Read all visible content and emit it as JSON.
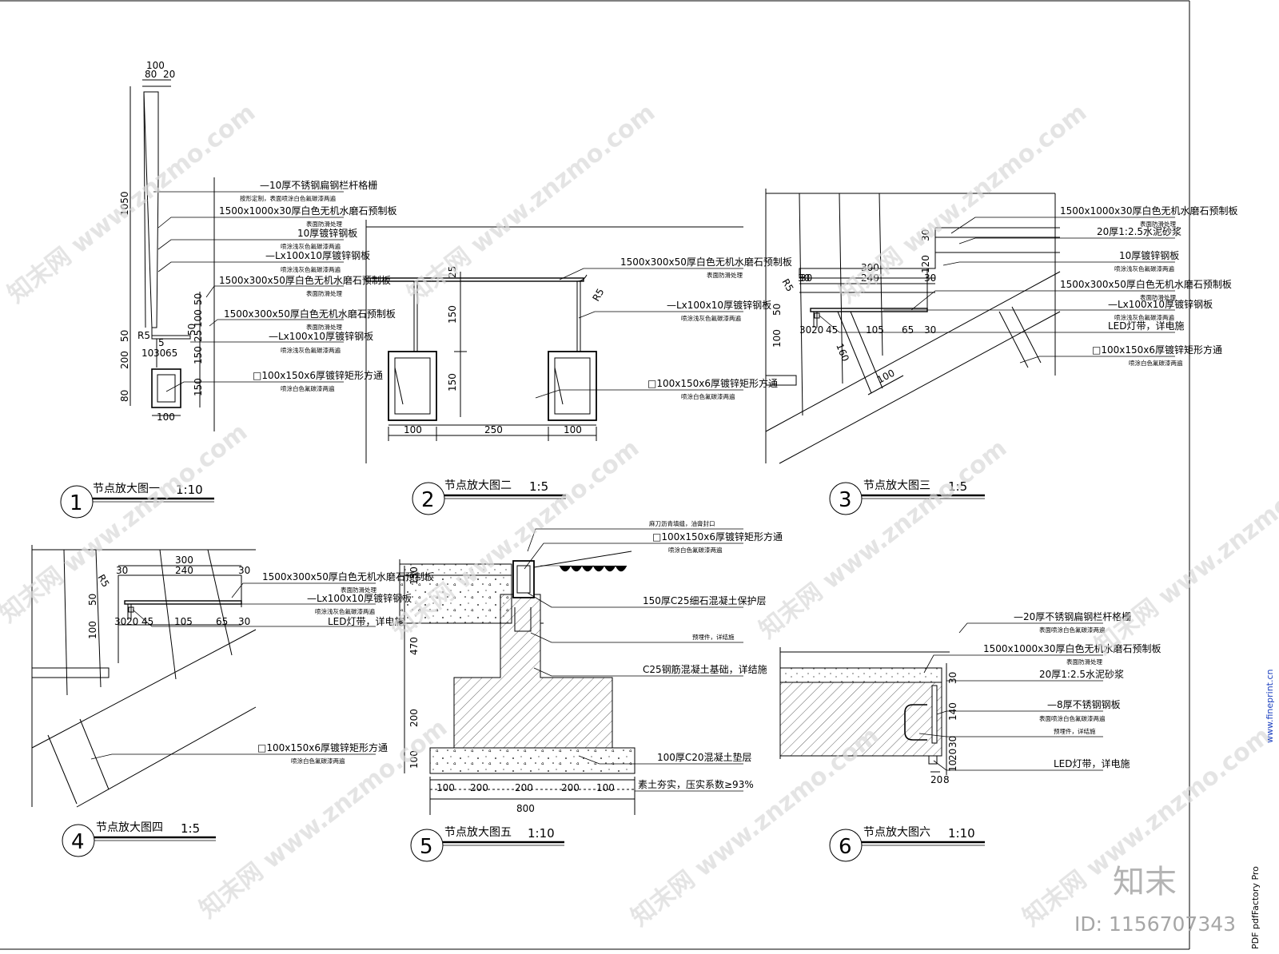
{
  "watermark": "知末网 www.znzmo.com",
  "brand": {
    "logo": "知末",
    "id_label": "ID: 1156707343"
  },
  "side": {
    "producer": "PDF pdfFactory Pro",
    "link": "www.fineprint.cn"
  },
  "details": [
    {
      "number": "1",
      "title": "节点放大图一",
      "scale": "1:10",
      "dims": [
        "100",
        "80",
        "20",
        "1050",
        "50",
        "200",
        "80",
        "5",
        "10",
        "30",
        "65",
        "50",
        "100",
        "25",
        "50",
        "150",
        "150",
        "100",
        "R5"
      ],
      "callouts": [
        {
          "main": "—10厚不锈钢扁钢栏杆格栅",
          "sub": "按形定制，表面喷涂白色氟碳漆两遍"
        },
        {
          "main": "1500x1000x30厚白色无机水磨石预制板",
          "sub": "表面防滑处理"
        },
        {
          "main": "10厚镀锌钢板",
          "sub": "喷涂浅灰色氟碳漆两遍"
        },
        {
          "main": "—Lx100x10厚镀锌钢板",
          "sub": "喷涂浅灰色氟碳漆两遍"
        },
        {
          "main": "1500x300x50厚白色无机水磨石预制板",
          "sub": "表面防滑处理"
        },
        {
          "main": "1500x300x50厚白色无机水磨石预制板",
          "sub": "表面防滑处理"
        },
        {
          "main": "—Lx100x10厚镀锌钢板",
          "sub": "喷涂浅灰色氟碳漆两遍"
        },
        {
          "main": "□100x150x6厚镀锌矩形方通",
          "sub": "喷涂白色氟碳漆两遍"
        }
      ]
    },
    {
      "number": "2",
      "title": "节点放大图二",
      "scale": "1:5",
      "dims": [
        "25",
        "150",
        "150",
        "100",
        "250",
        "100",
        "R5"
      ],
      "callouts": [
        {
          "main": "1500x300x50厚白色无机水磨石预制板",
          "sub": "表面防滑处理"
        },
        {
          "main": "—Lx100x10厚镀锌钢板",
          "sub": "喷涂浅灰色氟碳漆两遍"
        },
        {
          "main": "□100x150x6厚镀锌矩形方通",
          "sub": "喷涂白色氟碳漆两遍"
        }
      ]
    },
    {
      "number": "3",
      "title": "节点放大图三",
      "scale": "1:5",
      "dims": [
        "30",
        "120",
        "30",
        "300",
        "240",
        "30",
        "R5",
        "30",
        "50",
        "100",
        "30",
        "20",
        "45",
        "105",
        "65",
        "30",
        "160",
        "100"
      ],
      "callouts": [
        {
          "main": "1500x1000x30厚白色无机水磨石预制板",
          "sub": "表面防滑处理"
        },
        {
          "main": "20厚1:2.5水泥砂浆",
          "sub": ""
        },
        {
          "main": "10厚镀锌钢板",
          "sub": "喷涂浅灰色氟碳漆两遍"
        },
        {
          "main": "1500x300x50厚白色无机水磨石预制板",
          "sub": "表面防滑处理"
        },
        {
          "main": "—Lx100x10厚镀锌钢板",
          "sub": "喷涂浅灰色氟碳漆两遍"
        },
        {
          "main": "LED灯带，详电施",
          "sub": ""
        },
        {
          "main": "□100x150x6厚镀锌矩形方通",
          "sub": "喷涂白色氟碳漆两遍"
        }
      ]
    },
    {
      "number": "4",
      "title": "节点放大图四",
      "scale": "1:5",
      "dims": [
        "300",
        "30",
        "240",
        "30",
        "R5",
        "50",
        "100",
        "30",
        "20",
        "45",
        "105",
        "65",
        "30"
      ],
      "callouts": [
        {
          "main": "1500x300x50厚白色无机水磨石预制板",
          "sub": "表面防滑处理"
        },
        {
          "main": "—Lx100x10厚镀锌钢板",
          "sub": "喷涂浅灰色氟碳漆两遍"
        },
        {
          "main": "LED灯带，详电施",
          "sub": ""
        },
        {
          "main": "□100x150x6厚镀锌矩形方通",
          "sub": "喷涂白色氟碳漆两遍"
        }
      ]
    },
    {
      "number": "5",
      "title": "节点放大图五",
      "scale": "1:10",
      "dims": [
        "150",
        "470",
        "200",
        "100",
        "100",
        "200",
        "200",
        "200",
        "100",
        "800"
      ],
      "callouts": [
        {
          "main": "麻刀沥青填缝，油膏封口",
          "sub": ""
        },
        {
          "main": "□100x150x6厚镀锌矩形方通",
          "sub": "喷涂白色氟碳漆两遍"
        },
        {
          "main": "150厚C25细石混凝土保护层",
          "sub": ""
        },
        {
          "main": "预埋件，详结施",
          "sub": ""
        },
        {
          "main": "C25钢筋混凝土基础，详结施",
          "sub": ""
        },
        {
          "main": "100厚C20混凝土垫层",
          "sub": ""
        },
        {
          "main": "素土夯实，压实系数≥93%",
          "sub": ""
        }
      ]
    },
    {
      "number": "6",
      "title": "节点放大图六",
      "scale": "1:10",
      "dims": [
        "30",
        "140",
        "30",
        "20",
        "10",
        "20",
        "8"
      ],
      "callouts": [
        {
          "main": "—20厚不锈钢扁钢栏杆格栅",
          "sub": "表面喷涂白色氟碳漆两遍"
        },
        {
          "main": "1500x1000x30厚白色无机水磨石预制板",
          "sub": "表面防滑处理"
        },
        {
          "main": "20厚1:2.5水泥砂浆",
          "sub": ""
        },
        {
          "main": "—8厚不锈钢钢板",
          "sub": "表面喷涂白色氟碳漆两遍"
        },
        {
          "main": "预埋件，详结施",
          "sub": ""
        },
        {
          "main": "LED灯带，详电施",
          "sub": ""
        }
      ]
    }
  ]
}
